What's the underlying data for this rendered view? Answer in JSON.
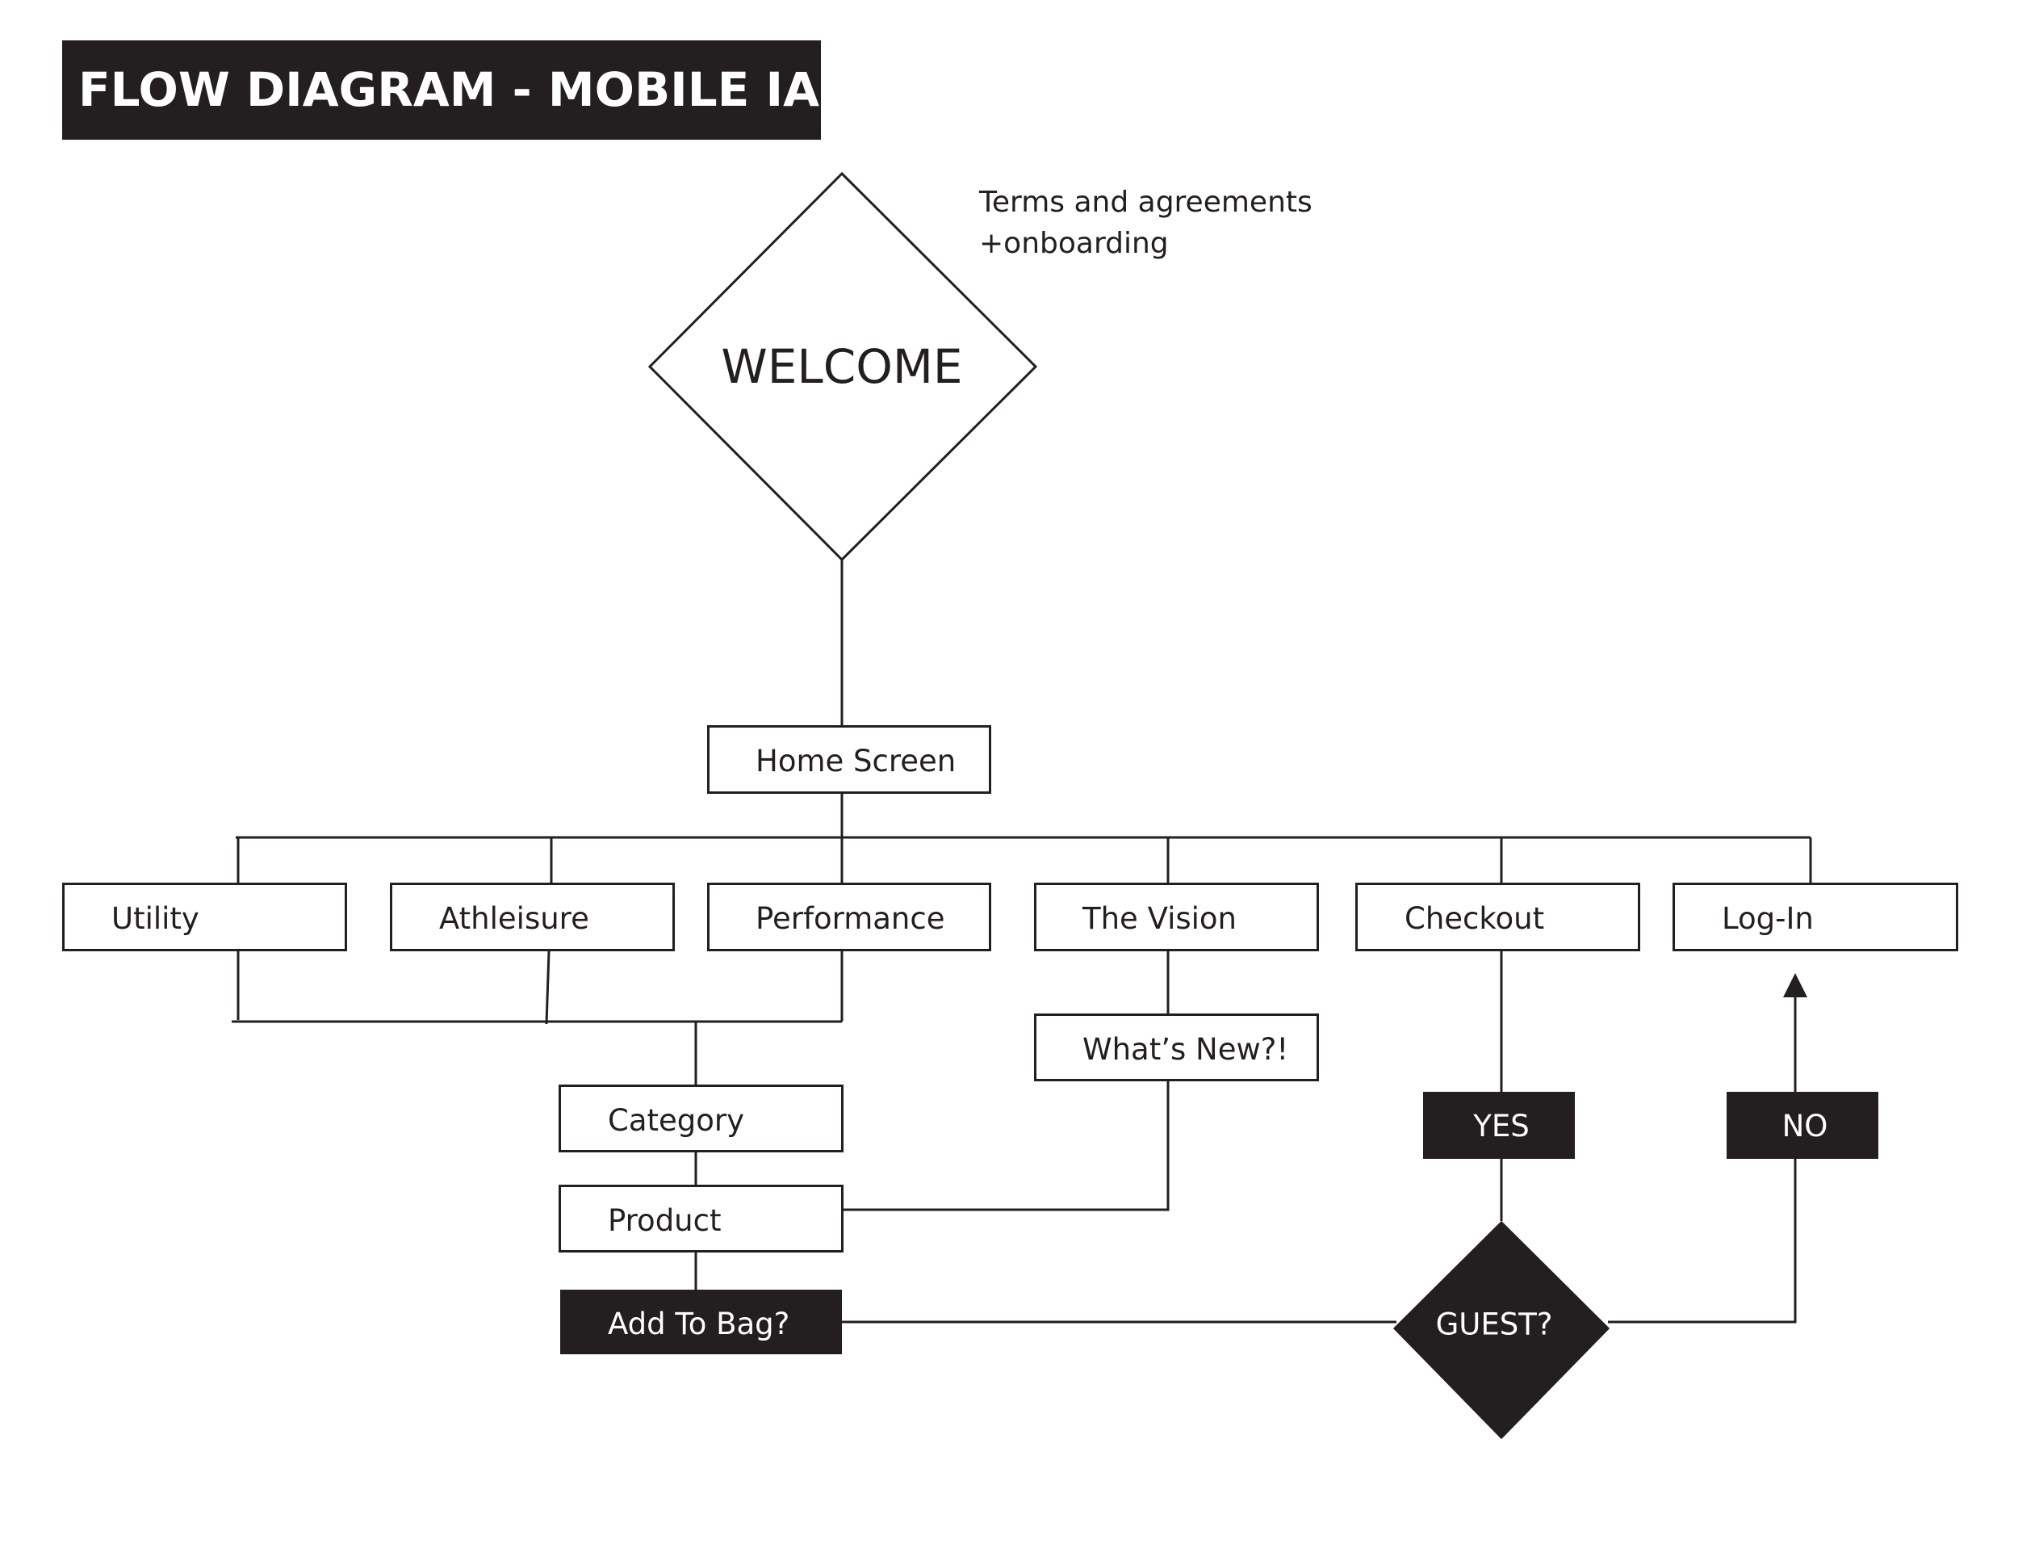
{
  "title": "FLOW DIAGRAM - MOBILE IA",
  "note": {
    "line1": "Terms and agreements",
    "line2": "+onboarding"
  },
  "nodes": {
    "welcome": "WELCOME",
    "home": "Home Screen",
    "utility": "Utility",
    "athleisure": "Athleisure",
    "performance": "Performance",
    "vision": "The Vision",
    "checkout": "Checkout",
    "login": "Log-In",
    "whats_new": "What’s New?!",
    "category": "Category",
    "product": "Product",
    "add_to_bag": "Add To Bag?",
    "yes": "YES",
    "no": "NO",
    "guest": "GUEST?"
  },
  "colors": {
    "ink": "#231f20",
    "paper": "#ffffff"
  }
}
